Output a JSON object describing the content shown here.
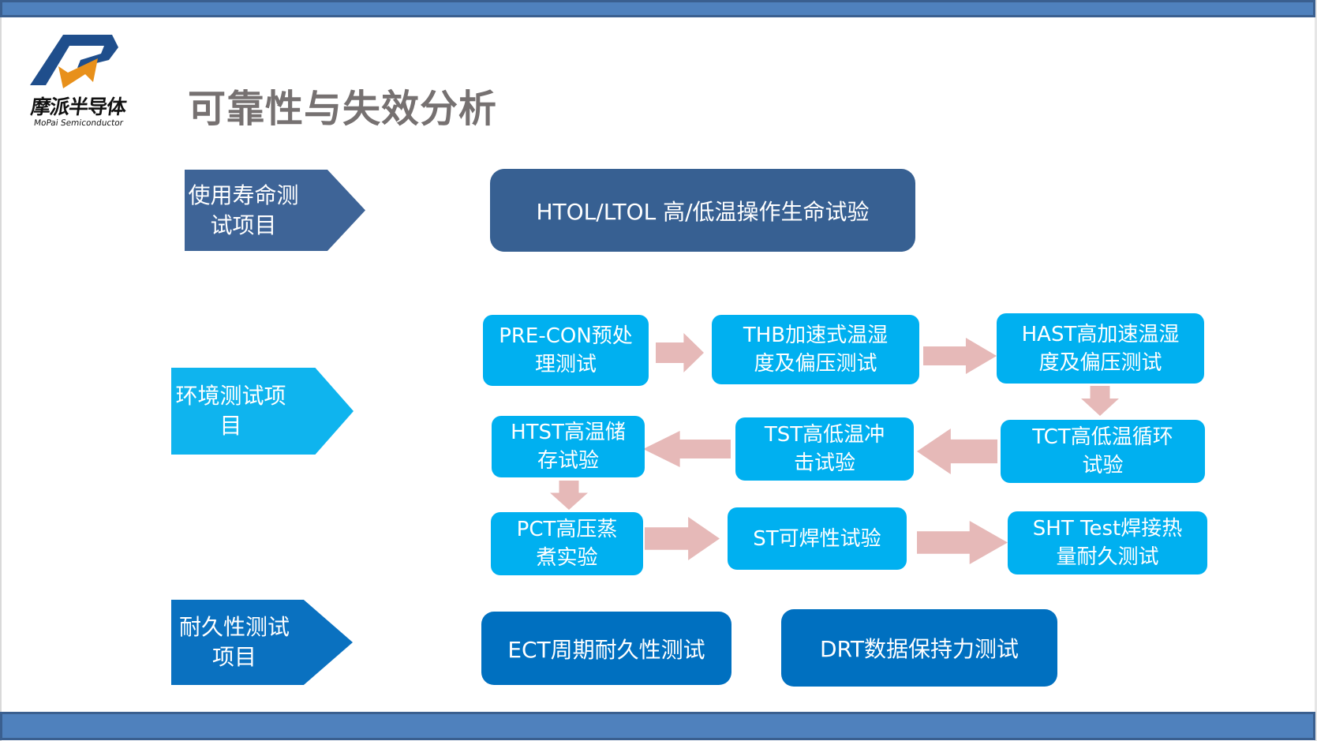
{
  "header": {
    "title": "可靠性与失效分析",
    "logo": {
      "name_cn": "摩派半导体",
      "name_en": "MoPai Semiconductor",
      "icon": "mopai-logo-icon",
      "colors": {
        "primary": "#1f4e8c",
        "accent": "#e8901a"
      }
    }
  },
  "colors": {
    "bar": "#4f81bd",
    "dark_blue": "#376092",
    "light_blue": "#00b0f0",
    "mid_blue": "#0070c0",
    "arrow": "#e6b9b8",
    "title": "#767171"
  },
  "sections": [
    {
      "label": "使用寿命测试项目",
      "label_lines": [
        "使用寿命测",
        "试项目"
      ],
      "items": [
        {
          "label": "HTOL/LTOL 高/低温操作生命试验"
        }
      ]
    },
    {
      "label": "环境测试项目",
      "label_lines": [
        "环境测试项",
        "目"
      ],
      "items": [
        {
          "label": "PRE-CON预处理测试",
          "lines": [
            "PRE-CON预处",
            "理测试"
          ]
        },
        {
          "label": "THB加速式温湿度及偏压测试",
          "lines": [
            "THB加速式温湿",
            "度及偏压测试"
          ]
        },
        {
          "label": "HAST高加速温湿度及偏压测试",
          "lines": [
            "HAST高加速温湿",
            "度及偏压测试"
          ]
        },
        {
          "label": "TCT高低温循环试验",
          "lines": [
            "TCT高低温循环",
            "试验"
          ]
        },
        {
          "label": "TST高低温冲击试验",
          "lines": [
            "TST高低温冲",
            "击试验"
          ]
        },
        {
          "label": "HTST高温储存试验",
          "lines": [
            "HTST高温储",
            "存试验"
          ]
        },
        {
          "label": "PCT高压蒸煮实验",
          "lines": [
            "PCT高压蒸",
            "煮实验"
          ]
        },
        {
          "label": "ST可焊性试验",
          "lines": [
            "ST可焊性试验"
          ]
        },
        {
          "label": "SHT Test焊接热量耐久测试",
          "lines": [
            "SHT Test焊接热",
            "量耐久测试"
          ]
        }
      ],
      "flow_arrows": [
        "right",
        "right",
        "down",
        "left",
        "left",
        "down",
        "right",
        "right"
      ]
    },
    {
      "label": "耐久性测试项目",
      "label_lines": [
        "耐久性测试",
        "项目"
      ],
      "items": [
        {
          "label": "ECT周期耐久性测试"
        },
        {
          "label": "DRT数据保持力测试"
        }
      ]
    }
  ]
}
